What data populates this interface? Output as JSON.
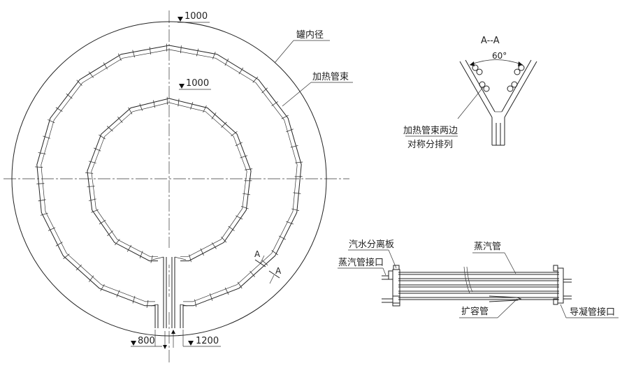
{
  "plan": {
    "elev_outer": "1000",
    "elev_inner": "1000",
    "elev_left": "800",
    "elev_right": "1200",
    "label_tank_diameter": "罐内径",
    "label_tube_bundle": "加热管束",
    "section_mark": "A"
  },
  "section": {
    "title": "A--A",
    "angle": "60°",
    "note_line1": "加热管束两边",
    "note_line2": "对称分排列"
  },
  "detail": {
    "label_separator": "汽水分离板",
    "label_steam_pipe": "蒸汽管",
    "label_steam_inlet": "蒸汽管接口",
    "label_expansion": "扩容管",
    "label_condensate": "导凝管接口"
  }
}
